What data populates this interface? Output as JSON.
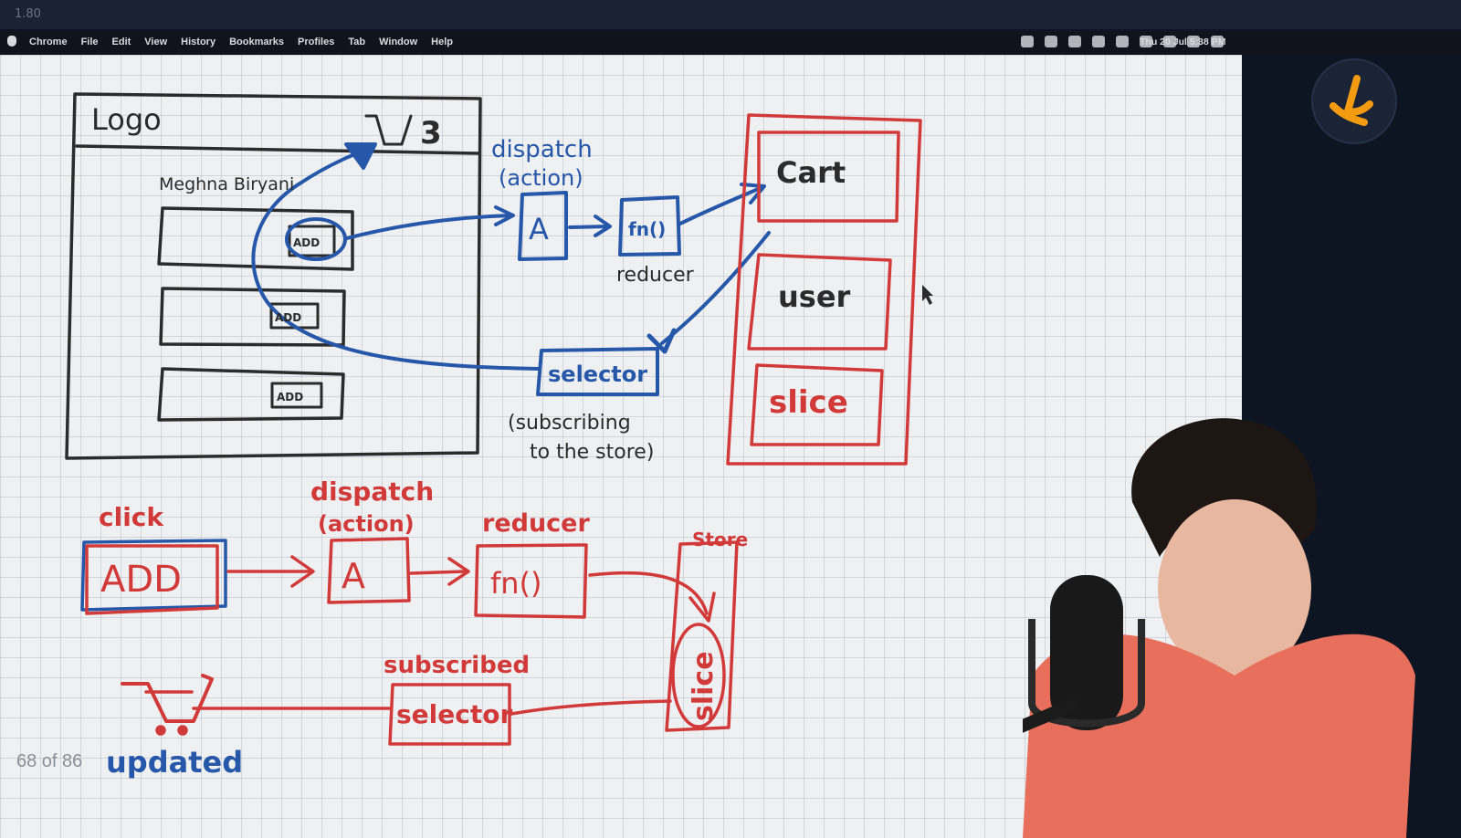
{
  "window": {
    "zoom_label": "1.80"
  },
  "menubar": {
    "items": [
      "Chrome",
      "File",
      "Edit",
      "View",
      "History",
      "Bookmarks",
      "Profiles",
      "Tab",
      "Window",
      "Help"
    ],
    "clock": "Thu 20 Jul 5:38 PM",
    "status_icons": [
      "control-icon",
      "display-icon",
      "bluetooth-icon",
      "audio-icon",
      "battery-icon",
      "wifi-icon",
      "search-icon",
      "control-center-icon",
      "siri-icon"
    ]
  },
  "board": {
    "top": {
      "logo": "Logo",
      "cart_count": "3",
      "user_name": "Meghna Biryani",
      "add_labels": [
        "ADD",
        "ADD",
        "ADD"
      ],
      "dispatch": "dispatch",
      "action": "(action)",
      "action_box": "A",
      "reducer_fn": "fn()",
      "reducer": "reducer",
      "selector": "selector",
      "subscribing_1": "(subscribing",
      "subscribing_2": "to the store)",
      "store_sections": [
        "Cart",
        "user",
        "slice"
      ]
    },
    "bottom": {
      "click": "click",
      "add": "ADD",
      "dispatch": "dispatch",
      "action": "(action)",
      "action_box": "A",
      "reducer": "reducer",
      "reducer_fn": "fn()",
      "store": "Store",
      "slice": "slice",
      "subscribed": "subscribed",
      "selector": "selector",
      "updated": "updated"
    }
  },
  "page_counter": "68 of 86",
  "colors": {
    "blue_ink": "#2757a8",
    "red_ink": "#d23a3a",
    "black_ink": "#2b2b2b"
  }
}
